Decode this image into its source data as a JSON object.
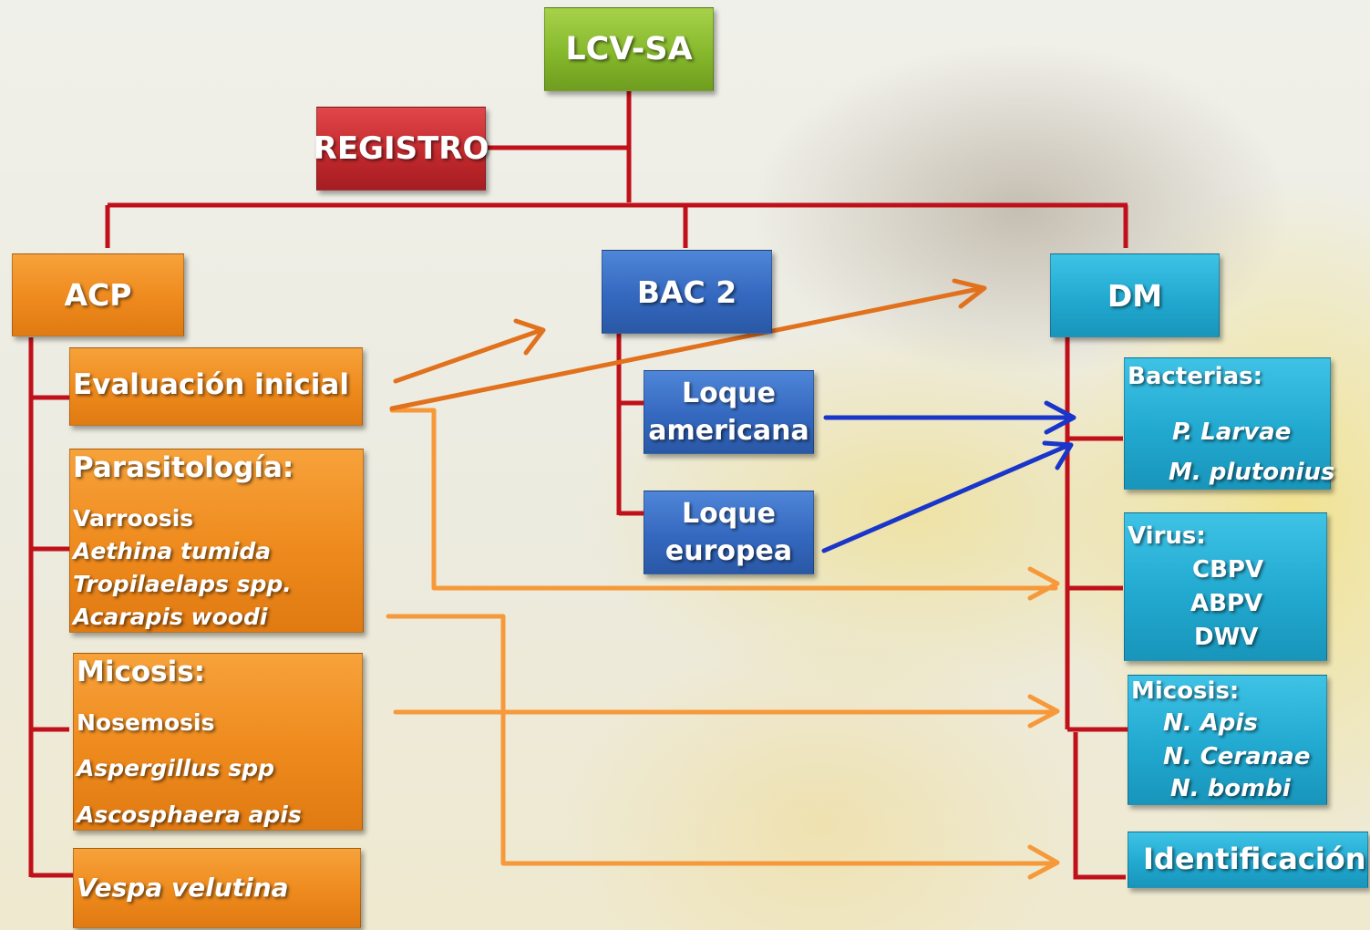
{
  "nodes": {
    "lcv": "LCV-SA",
    "registro": "REGISTRO",
    "acp": "ACP",
    "bac2": "BAC 2",
    "dm": "DM",
    "evaluacion": "Evaluación inicial",
    "parasitologia": {
      "title": "Parasitología:",
      "items": [
        "Varroosis",
        "Aethina tumida",
        "Tropilaelaps spp.",
        "Acarapis woodi"
      ]
    },
    "micosis_acp": {
      "title": "Micosis:",
      "items": [
        "Nosemosis",
        "Aspergillus spp",
        "Ascosphaera apis"
      ]
    },
    "vespa": "Vespa velutina",
    "loque_americana": [
      "Loque",
      "americana"
    ],
    "loque_europea": [
      "Loque",
      "europea"
    ],
    "bacterias": {
      "title": "Bacterias:",
      "items": [
        "P. Larvae",
        "M. plutonius"
      ]
    },
    "virus": {
      "title": "Virus:",
      "items": [
        "CBPV",
        "ABPV",
        "DWV"
      ]
    },
    "micosis_dm": {
      "title": "Micosis:",
      "items": [
        "N. Apis",
        "N. Ceranae",
        "N. bombi"
      ]
    },
    "identificacion": "Identificación"
  },
  "colors": {
    "connector": "#c0101a",
    "arrow_dark_orange": "#e2711d",
    "arrow_light_orange": "#f6993a",
    "arrow_blue": "#1a35c9",
    "green": "#86b82c",
    "red": "#c42a2e",
    "orange": "#ee8a1d",
    "blue": "#3468bf",
    "cyan": "#22a9d0"
  }
}
